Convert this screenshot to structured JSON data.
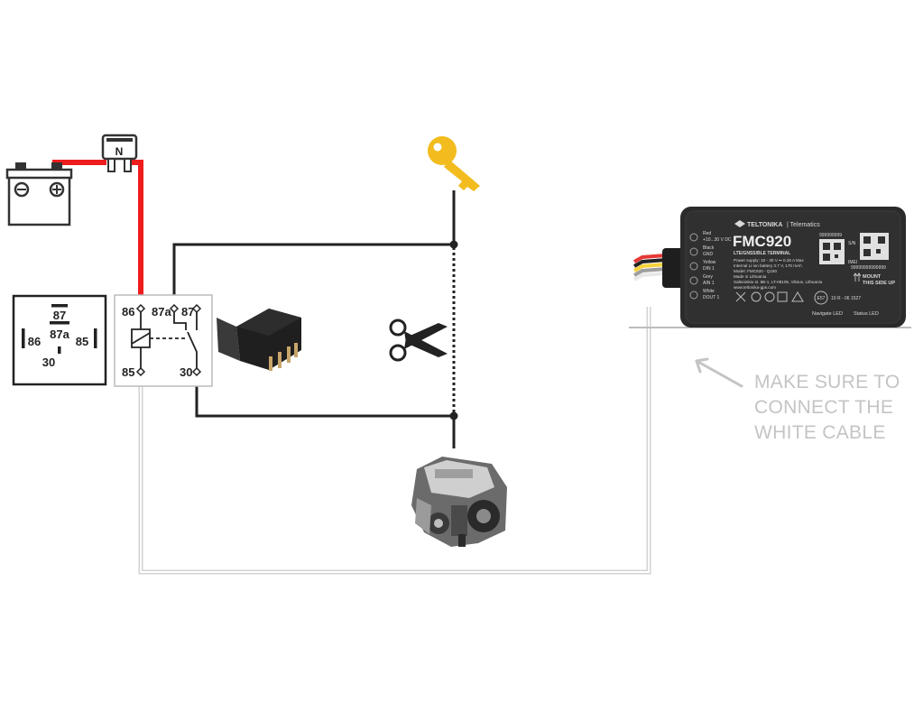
{
  "relay_pins": {
    "p86": "86",
    "p87a": "87a",
    "p87": "87",
    "p85": "85",
    "p30": "30"
  },
  "pinout_labels": {
    "p87": "87",
    "p87a": "87a",
    "p86": "86",
    "p85": "85",
    "p30": "30"
  },
  "fuse_label": "N",
  "device": {
    "brand": "TELTONIKA",
    "brand_suffix": "| Telematics",
    "model": "FMC920",
    "subtitle": "LTE/GNSS/BLE TERMINAL",
    "specs": [
      "Power supply: 10 - 30 V ⎓ 0.25 A Max",
      "Internal Li-ion battery 3.7 V, 170 mAh",
      "Model: FMC920 - Q180",
      "Made in Lithuania",
      "Saltoniskiu st. 9B-1, LT-08105, Vilnius, Lithuania",
      "www.teltonika-gps.com"
    ],
    "wires": [
      {
        "color": "Red",
        "desc": "+10...30 V DC",
        "hex": "#e53935"
      },
      {
        "color": "Black",
        "desc": "GND",
        "hex": "#222222"
      },
      {
        "color": "Yellow",
        "desc": "DIN 1",
        "hex": "#f5d33a"
      },
      {
        "color": "Grey",
        "desc": "AIN 1",
        "hex": "#9e9e9e"
      },
      {
        "color": "White",
        "desc": "DOUT 1",
        "hex": "#f5f5f5"
      }
    ],
    "serial_top": "999999999",
    "serial_bottom": "99999999999999",
    "sn_label": "S/N",
    "imei_label": "IMEI",
    "mount": [
      "MOUNT",
      "THIS SIDE UP"
    ],
    "cert": "E57",
    "cert_code": "10 R - 06 1527",
    "led_navigate": "Navigate LED",
    "led_status": "Status LED"
  },
  "note_lines": [
    "MAKE SURE TO",
    "CONNECT THE",
    "WHITE CABLE"
  ],
  "colors": {
    "power_wire": "#ee1c1c",
    "signal_wire": "#222222",
    "white_wire": "#d3d3d3",
    "key": "#f2bc1e",
    "device_body": "#2b2b2b",
    "note_text": "#c4c4c4"
  },
  "icons": [
    "battery-icon",
    "fuse-icon",
    "key-icon",
    "scissors-icon",
    "relay-photo-icon",
    "engine-icon",
    "arrow-icon"
  ]
}
